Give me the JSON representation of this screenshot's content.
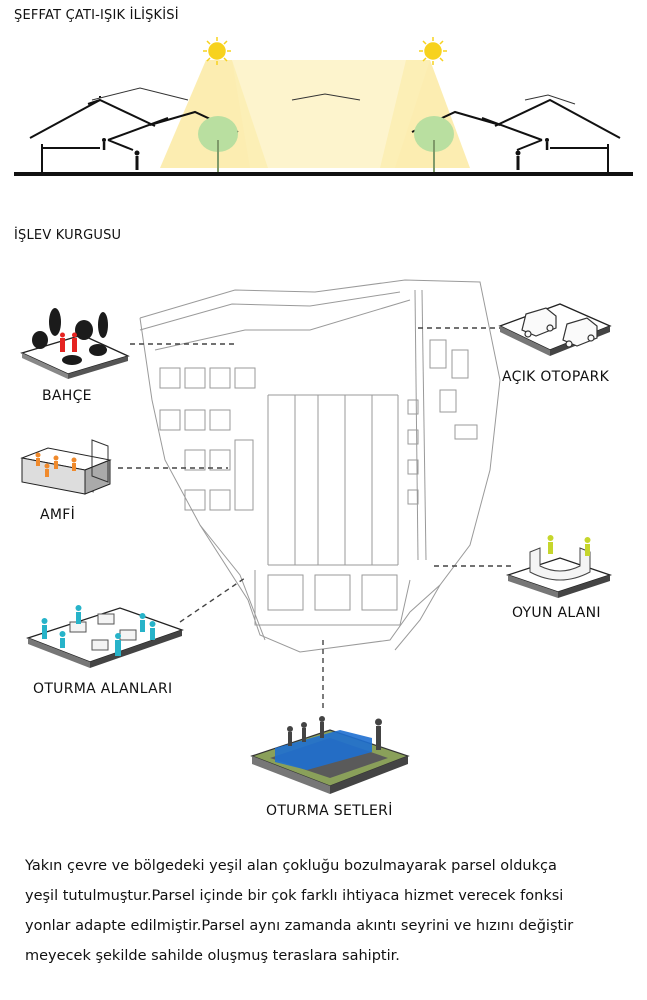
{
  "section1": {
    "heading": "ŞEFFAT ÇATI-IŞIK İLİŞKİSİ"
  },
  "section2": {
    "heading": "İŞLEV KURGUSU",
    "labels": {
      "bahce": "BAHÇE",
      "amfi": "AMFİ",
      "oturma_alanlari": "OTURMA ALANLARI",
      "acik_otopark": "AÇIK OTOPARK",
      "oyun_alani": "OYUN ALANI",
      "oturma_setleri": "OTURMA SETLERİ"
    }
  },
  "paragraph": {
    "lines": [
      "Yakın çevre ve bölgedeki yeşil alan çokluğu bozulmayarak parsel oldukça",
      "yeşil tutulmuştur.Parsel içinde bir çok farklı ihtiyaca hizmet verecek fonksi",
      "yonlar adapte edilmiştir.Parsel aynı zamanda akıntı seyrini ve hızını değiştir",
      "meyecek şekilde sahilde oluşmuş teraslara sahiptir."
    ]
  },
  "colors": {
    "sun": "#f7d21e",
    "light_beam": "#fbeaa3",
    "tree_green": "#b9dfa0",
    "plan_line": "#9a9a9a",
    "accent_cyan": "#27b3c9",
    "accent_red": "#e52321",
    "accent_orange": "#f08a2c",
    "accent_yellow_green": "#c6d62c",
    "water_blue": "#1e6fd0",
    "vegetation": "#8aa05a"
  }
}
